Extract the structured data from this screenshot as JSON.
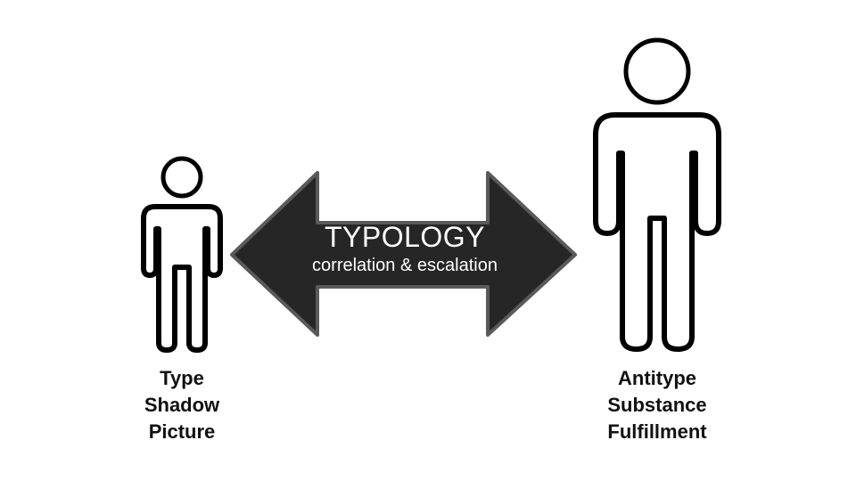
{
  "arrow": {
    "title": "TYPOLOGY",
    "subtitle": "correlation & escalation",
    "fill_color": "#262626",
    "edge_color": "#5a5a5a"
  },
  "left_figure": {
    "icon": "person-outline-icon",
    "labels": [
      "Type",
      "Shadow",
      "Picture"
    ]
  },
  "right_figure": {
    "icon": "person-outline-icon",
    "labels": [
      "Antitype",
      "Substance",
      "Fulfillment"
    ]
  }
}
